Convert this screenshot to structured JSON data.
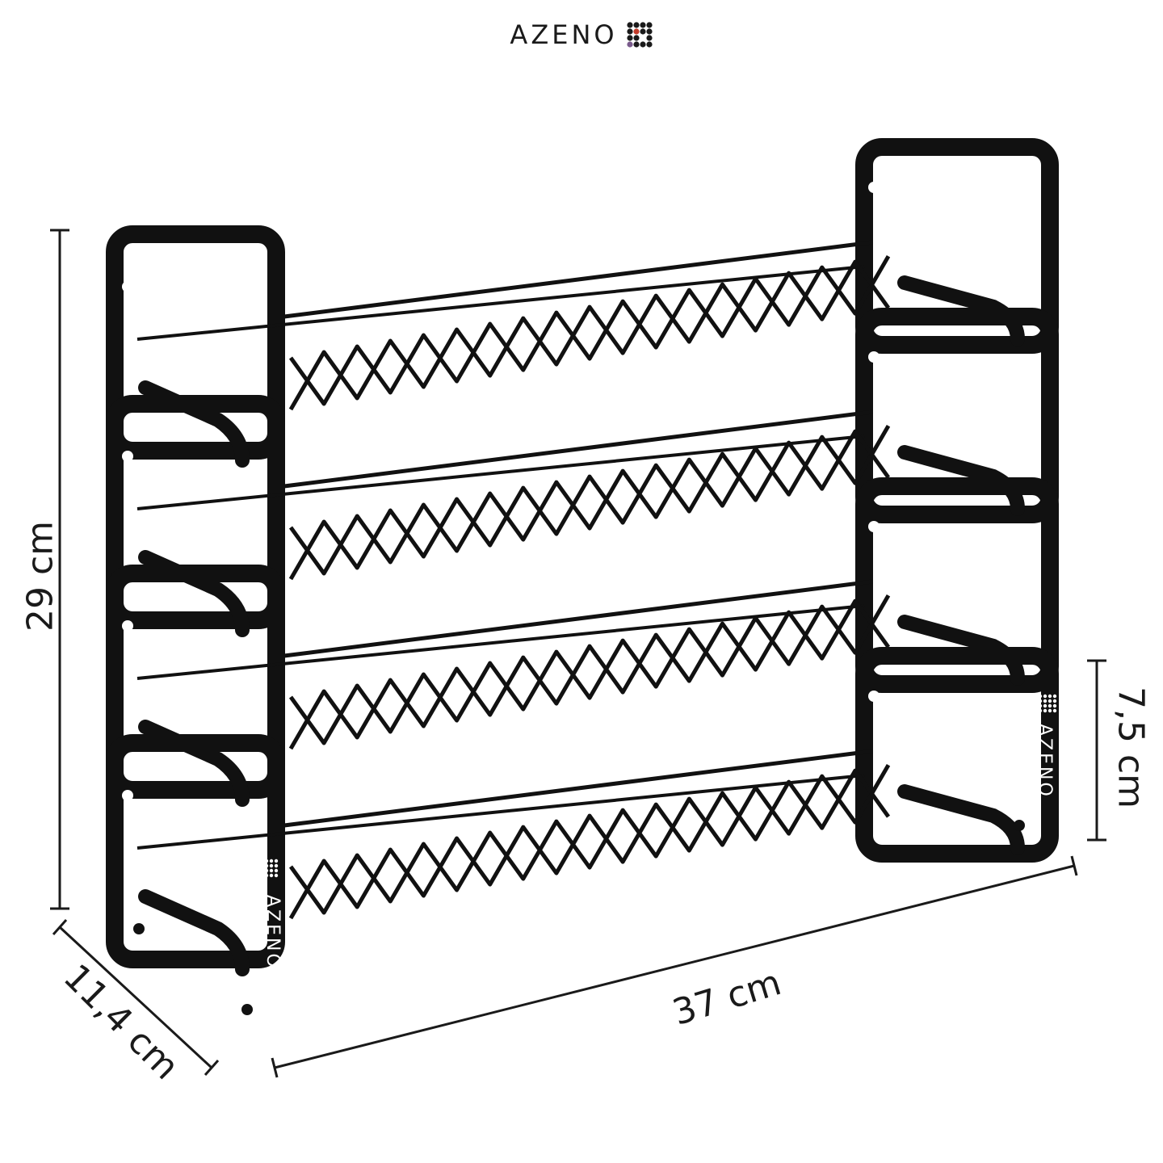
{
  "brand": {
    "name": "AZENO",
    "logo_icon": "dot-grid-logo-icon"
  },
  "dimensions": {
    "height": "29 cm",
    "width": "37 cm",
    "depth": "11,4 cm",
    "tier_height": "7,5 cm"
  },
  "product": {
    "side_brand": "AZENO",
    "tiers": 4,
    "color": "#111111"
  }
}
